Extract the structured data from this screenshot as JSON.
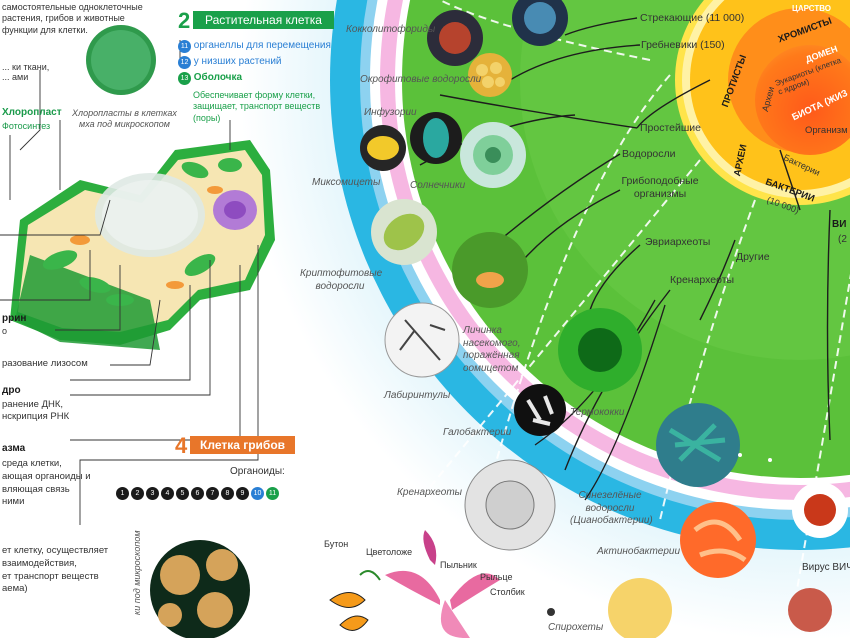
{
  "left": {
    "intro": [
      "самостоятельные одноклеточные",
      "растения, грибов и животные",
      "функции для клетки."
    ],
    "section2_num": "2",
    "section2_title": "Растительная клетка",
    "legend": [
      {
        "num": "11",
        "text": "органеллы для перемещения"
      },
      {
        "num": "12",
        "text": "у низших растений"
      },
      {
        "num": "13",
        "text": "Оболочка"
      }
    ],
    "membrane_desc": [
      "Обеспечивает форму клетки,",
      "защищает, транспорт веществ",
      "(поры)"
    ],
    "chloroplast_caption": [
      "Хлоропласты в клетках",
      "мха под микроскопом"
    ],
    "tissue_label": "... ки ткани,",
    "tissue_label2": "... ами",
    "chloroplast_label": "Хлоропласт",
    "photosynthesis": "Фотосинтез",
    "ribo_label": "ррин",
    "ribo_sub": "о",
    "lysosome": "разование лизосом",
    "nucleus_label": "дро",
    "nucleus_lines": [
      "ранение ДНК,",
      "нскрипция РНК"
    ],
    "cytoplasm_label": "азма",
    "cytoplasm_lines": [
      "среда клетки,",
      "ающая органоиды и",
      "вляющая связь",
      "ними"
    ],
    "bottom_lines": [
      "ет клетку, осуществляет",
      "взаимодействия,",
      "ет транспорт веществ",
      "аема)"
    ],
    "section4_num": "4",
    "section4_title": "Клетка грибов",
    "organoids_label": "Органоиды:",
    "organoid_numbers": [
      "1",
      "2",
      "3",
      "4",
      "5",
      "6",
      "7",
      "8",
      "9",
      "10",
      "11"
    ],
    "mushroom_caption": "ки под микроскопом"
  },
  "middle": {
    "labels": [
      "Кокколитофориды",
      "Окрофитовые водоросли",
      "Инфузории",
      "Миксомицеты",
      "Солнечники",
      "Криптофитовые водоросли",
      "Личинка насекомого, поражённая оомицетом",
      "Лабиринтулы",
      "Галобактерии",
      "Термококки",
      "Кренархеоты",
      "Синезелёные водоросли (Цианобактерии)",
      "Актинобактерии",
      "Спирохеты"
    ],
    "flower": [
      "Бутон",
      "Цветоложе",
      "Пыльник",
      "Рыльце",
      "Столбик"
    ]
  },
  "right": {
    "tree": [
      "Стрекающие (11 000)",
      "Гребневики (150)",
      "Простейшие",
      "Водоросли",
      "Грибоподобные организмы",
      "Эвриархеоты",
      "Другие",
      "Кренархеоты"
    ],
    "ring_labels": [
      "ХРОМИСТЫ",
      "ПРОТИСТЫ",
      "АРХЕИ",
      "БАКТЕРИИ",
      "(10 000)",
      "ДОМЕН",
      "Эукариоты (клетка с ядром)",
      "БИОТА (ЖИЗ",
      "Организм",
      "Археи",
      "Бактерии",
      "ВИ",
      "(2"
    ],
    "kingdom": "ЦАРСТВО",
    "virus": "Вирус ВИЧ"
  }
}
